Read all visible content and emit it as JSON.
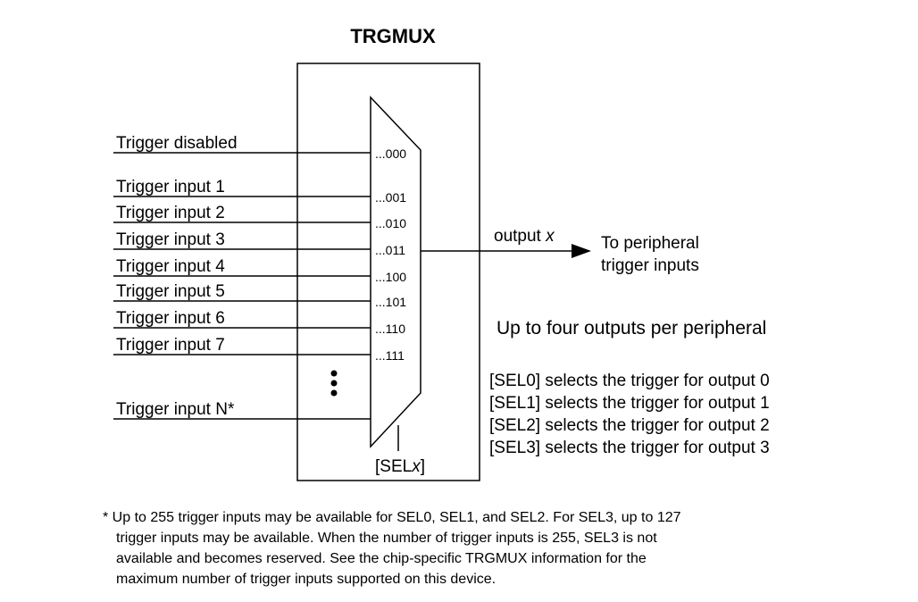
{
  "title": "TRGMUX",
  "inputs": [
    {
      "label": "Trigger disabled",
      "code": "...000"
    },
    {
      "label": "Trigger input 1",
      "code": "...001"
    },
    {
      "label": "Trigger input 2",
      "code": "...010"
    },
    {
      "label": "Trigger input 3",
      "code": "...011"
    },
    {
      "label": "Trigger input 4",
      "code": "...100"
    },
    {
      "label": "Trigger input 5",
      "code": "...101"
    },
    {
      "label": "Trigger input 6",
      "code": "...110"
    },
    {
      "label": "Trigger input 7",
      "code": "...111"
    },
    {
      "label": "Trigger input N*",
      "code": ""
    }
  ],
  "select_label": "[SEL",
  "select_var": "x",
  "select_close": "]",
  "output_label": "output ",
  "output_var": "x",
  "destination": [
    "To peripheral",
    "trigger inputs"
  ],
  "outputs_note": "Up to four outputs per peripheral",
  "sel_lines": [
    "[SEL0] selects the trigger for output 0",
    "[SEL1] selects the trigger for output 1",
    "[SEL2] selects the trigger for output 2",
    "[SEL3] selects the trigger for output 3"
  ],
  "footnote": [
    "* Up to 255 trigger inputs may be available for SEL0, SEL1, and SEL2. For SEL3, up to 127",
    "trigger inputs may be available. When the number of trigger inputs is 255, SEL3 is not",
    "available and becomes reserved. See the chip-specific TRGMUX information for the",
    "maximum number of trigger inputs supported on this device."
  ]
}
